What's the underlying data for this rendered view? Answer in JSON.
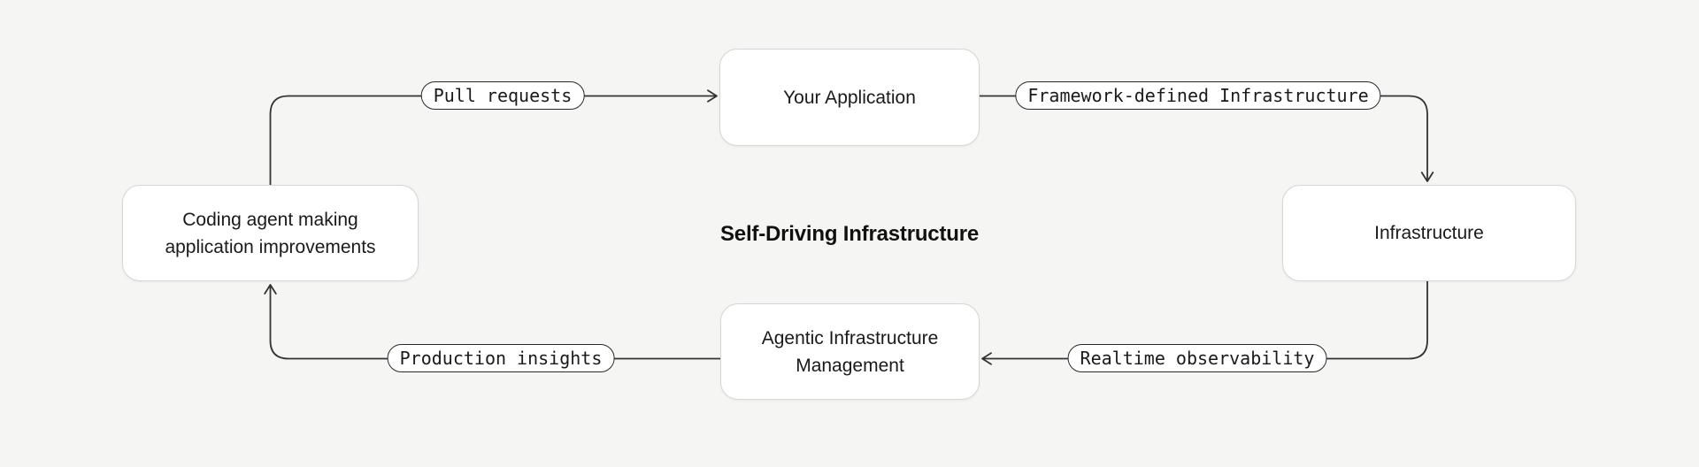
{
  "title": "Self-Driving Infrastructure",
  "nodes": {
    "your_application": {
      "label": "Your Application"
    },
    "infrastructure": {
      "label": "Infrastructure"
    },
    "agentic_management": {
      "label": "Agentic Infrastructure\nManagement"
    },
    "coding_agent": {
      "label": "Coding agent making\napplication improvements"
    }
  },
  "edges": {
    "pull_requests": {
      "label": "Pull requests"
    },
    "framework_defined": {
      "label": "Framework-defined Infrastructure"
    },
    "realtime_observability": {
      "label": "Realtime observability"
    },
    "production_insights": {
      "label": "Production insights"
    }
  },
  "colors": {
    "background": "#f5f5f3",
    "node_bg": "#ffffff",
    "node_border": "#d6d6d6",
    "line_color": "#333333",
    "pill_border": "#2a2a2a",
    "text_color": "#1a1a1a"
  }
}
